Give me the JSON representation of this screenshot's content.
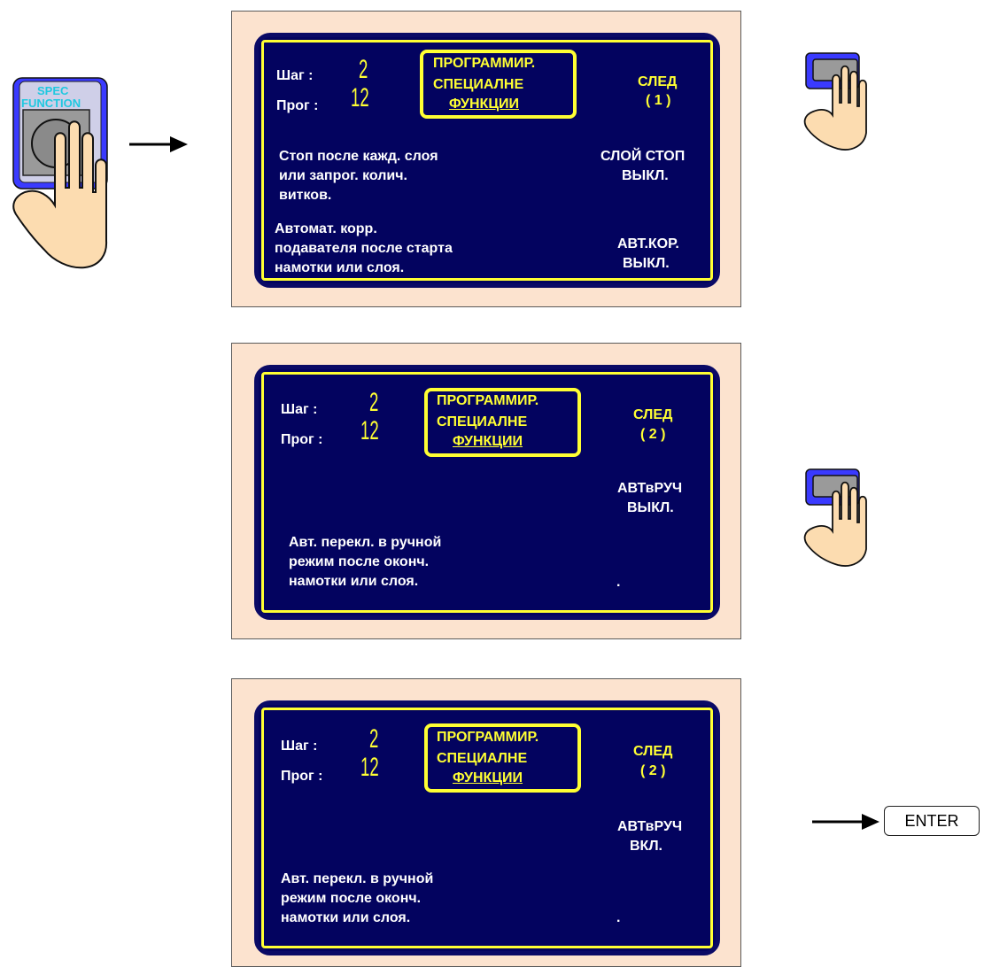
{
  "spec_key": {
    "label_line1": "SPEC",
    "label_line2": "FUNCTION"
  },
  "screens": [
    {
      "step_label": "Шаг :",
      "step_value": "2",
      "prog_label": "Прог :",
      "prog_value": "12",
      "title_line1": "ПРОГРАММИР.",
      "title_line2": "СПЕЦИАЛНЕ",
      "title_line3": "ФУНКЦИИ",
      "next_line1": "СЛЕД",
      "next_line2": "( 1 )",
      "desc1_line1": "Стоп после кажд. слоя",
      "desc1_line2": "или запрог. колич.",
      "desc1_line3": "витков.",
      "opt1_line1": "СЛОЙ СТОП",
      "opt1_line2": "ВЫКЛ.",
      "desc2_line1": "Автомат. корр.",
      "desc2_line2": "подавателя после старта",
      "desc2_line3": "намотки или слоя.",
      "opt2_line1": "АВТ.КОР.",
      "opt2_line2": "ВЫКЛ."
    },
    {
      "step_label": "Шаг :",
      "step_value": "2",
      "prog_label": "Прог :",
      "prog_value": "12",
      "title_line1": "ПРОГРАММИР.",
      "title_line2": "СПЕЦИАЛНЕ",
      "title_line3": "ФУНКЦИИ",
      "next_line1": "СЛЕД",
      "next_line2": "( 2 )",
      "opt1_line1": "АВТвРУЧ",
      "opt1_line2": "ВЫКЛ.",
      "desc1_line1": "Авт. перекл. в ручной",
      "desc1_line2": "режим  после оконч.",
      "desc1_line3": "намотки или слоя.",
      "dot": "."
    },
    {
      "step_label": "Шаг :",
      "step_value": "2",
      "prog_label": "Прог :",
      "prog_value": "12",
      "title_line1": "ПРОГРАММИР.",
      "title_line2": "СПЕЦИАЛНЕ",
      "title_line3": "ФУНКЦИИ",
      "next_line1": "СЛЕД",
      "next_line2": "( 2 )",
      "opt1_line1": "АВТвРУЧ",
      "opt1_line2": "ВКЛ.",
      "desc1_line1": "Авт. перекл. в ручной",
      "desc1_line2": "режим после оконч.",
      "desc1_line3": "намотки или слоя.",
      "dot": "."
    }
  ],
  "enter_button": {
    "label": "ENTER"
  },
  "colors": {
    "screen_bg": "#03035f",
    "screen_frame_yellow": "#ffff33",
    "panel_bg": "#fce3cf",
    "key_blue": "#3a3aff",
    "key_gray": "#9a9a9a",
    "hand_skin": "#fcdcb0",
    "spec_text": "#20c8e0"
  },
  "icons": {
    "spec_key_hand": "hand-pressing-spec-function-key-icon",
    "softkey_hand": "hand-pressing-softkey-icon",
    "arrow": "arrow-right-icon"
  }
}
